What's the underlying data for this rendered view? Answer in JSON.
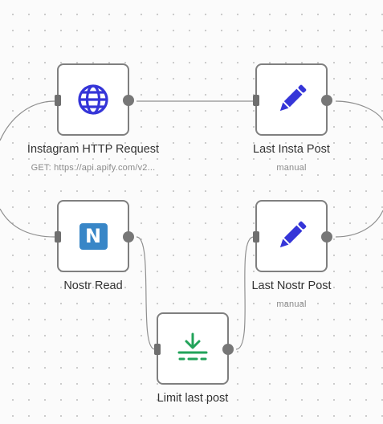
{
  "nodes": {
    "instagram_http": {
      "title": "Instagram HTTP Request",
      "subtitle": "GET: https://api.apify.com/v2...",
      "icon": "globe-icon",
      "icon_color": "#3535d8"
    },
    "last_insta_post": {
      "title": "Last Insta Post",
      "subtitle": "manual",
      "icon": "pencil-icon",
      "icon_color": "#3535d8"
    },
    "nostr_read": {
      "title": "Nostr Read",
      "icon": "nostr-logo-icon",
      "icon_text": "N",
      "icon_color": "#3886c7"
    },
    "last_nostr_post": {
      "title": "Last Nostr Post",
      "subtitle": "manual",
      "icon": "pencil-icon",
      "icon_color": "#3535d8"
    },
    "limit_last_post": {
      "title": "Limit last post",
      "icon": "limit-arrow-down-icon",
      "icon_color": "#22a35a"
    }
  },
  "colors": {
    "edge": "#8f8f8f",
    "node_border": "#7f7f7f",
    "canvas_dots": "#c9c9c9"
  }
}
